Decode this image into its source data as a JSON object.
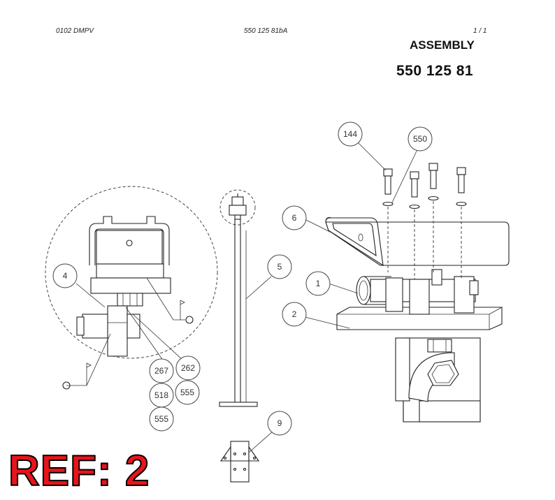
{
  "header": {
    "left": "0102 DMPV",
    "center": "550 125 81bA",
    "right": "1 /   1"
  },
  "title": "ASSEMBLY",
  "part_number": "550 125 81",
  "ref_label": "REF: 2",
  "callouts": {
    "c144": "144",
    "c550": "550",
    "c6": "6",
    "c5": "5",
    "c1": "1",
    "c2": "2",
    "c4": "4",
    "c267": "267",
    "c262": "262",
    "c518": "518",
    "c555a": "555",
    "c555b": "555",
    "c9": "9"
  },
  "colors": {
    "ref_fill": "#e8141b",
    "line": "#222222"
  }
}
